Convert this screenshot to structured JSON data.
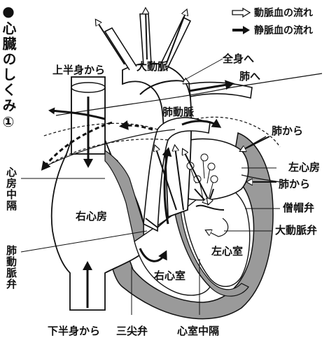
{
  "title": "●心臓のしくみ①",
  "legend": {
    "arterial": "動脈血の流れ",
    "venous": "静脈血の流れ"
  },
  "labels": {
    "upper_body": "上半身から",
    "lower_body": "下半身から",
    "aorta": "大動脈",
    "to_whole_body": "全身へ",
    "to_lungs": "肺へ",
    "pulmonary_artery": "肺動脈",
    "from_lungs_top": "肺から",
    "from_lungs_bottom": "肺から",
    "left_atrium": "左心房",
    "mitral_valve": "僧帽弁",
    "aortic_valve": "大動脈弁",
    "left_ventricle": "左心室",
    "right_atrium": "右心房",
    "right_ventricle": "右心室",
    "tricuspid_valve": "三尖弁",
    "ventricular_septum": "心室中隔",
    "atrial_septum": "心房中隔",
    "pulmonary_valve": "肺動脈弁"
  },
  "colors": {
    "wall": "#9a9a9a",
    "outline": "#111111"
  }
}
